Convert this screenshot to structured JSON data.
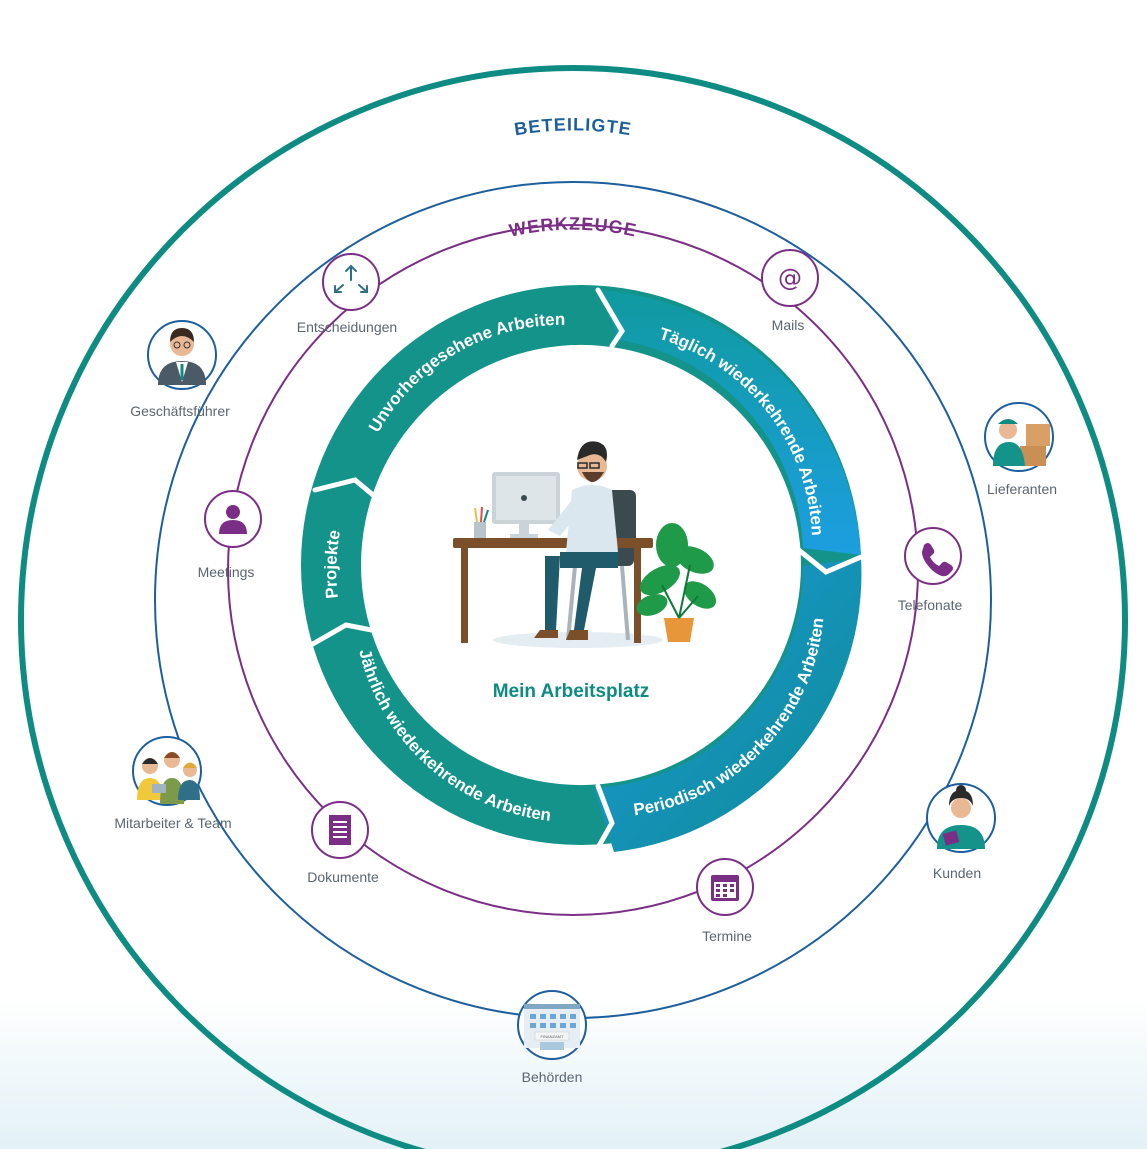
{
  "rings": {
    "outer_title": "BETEILIGTE",
    "inner_title": "WERKZEUGE"
  },
  "segments": [
    {
      "bold": "Unvorhergesehene",
      "thin": "Arbeiten"
    },
    {
      "bold": "Täglich",
      "thin": "wiederkehrende Arbeiten"
    },
    {
      "bold": "Periodisch",
      "thin": "wiederkehrende Arbeiten"
    },
    {
      "bold": "Jährlich",
      "thin": "wiederkehrende Arbeiten"
    },
    {
      "bold": "Projekte",
      "thin": ""
    }
  ],
  "center": {
    "title": "Mein Arbeitsplatz"
  },
  "tools": [
    {
      "label": "Entscheidungen",
      "icon": "arrows-out-icon"
    },
    {
      "label": "Mails",
      "icon": "at-sign-icon"
    },
    {
      "label": "Telefonate",
      "icon": "phone-icon"
    },
    {
      "label": "Termine",
      "icon": "calendar-icon"
    },
    {
      "label": "Dokumente",
      "icon": "document-icon"
    },
    {
      "label": "Meetings",
      "icon": "person-icon"
    }
  ],
  "participants": [
    {
      "label": "Geschäftsführer",
      "icon": "manager-avatar-icon"
    },
    {
      "label": "Lieferanten",
      "icon": "delivery-person-icon"
    },
    {
      "label": "Kunden",
      "icon": "customer-avatar-icon"
    },
    {
      "label": "Behörden",
      "icon": "government-building-icon"
    },
    {
      "label": "Mitarbeiter & Team",
      "icon": "team-group-icon"
    }
  ],
  "building_sign": "FINANZAMT",
  "colors": {
    "outer_ring": "#0e8b82",
    "participants_ring": "#1d5f9e",
    "tools_ring": "#7b2e86",
    "segment_teal": "#13938a",
    "segment_blue": "#1296d6",
    "beteiligte_title": "#1d5f9e",
    "werkzeuge_title": "#7b2e86"
  }
}
